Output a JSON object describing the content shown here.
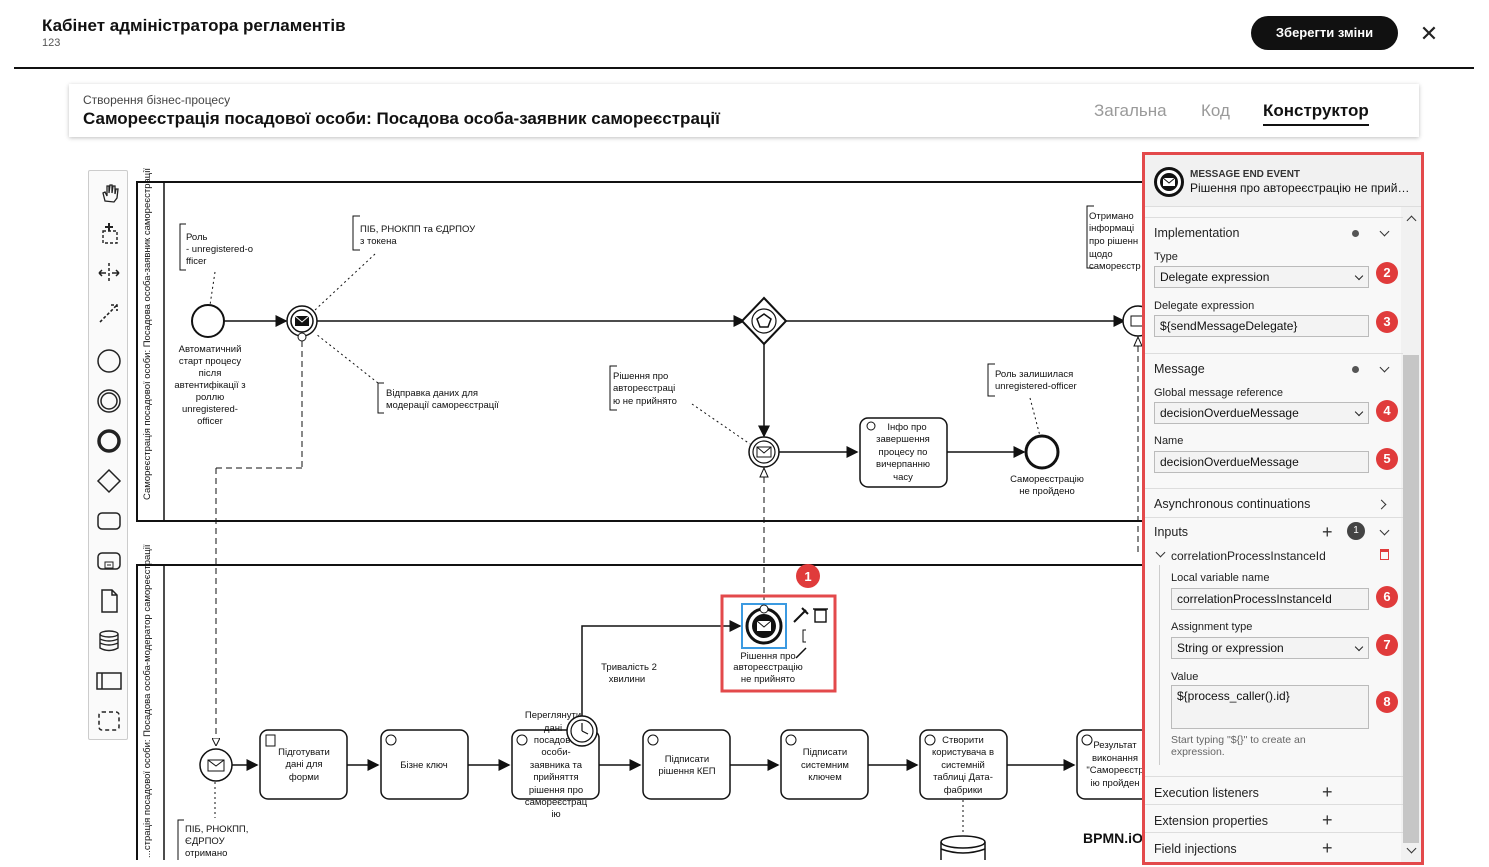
{
  "header": {
    "title": "Кабінет адміністратора регламентів",
    "subtitle": "123",
    "save_label": "Зберегти зміни",
    "close_icon": "close-icon"
  },
  "process": {
    "breadcrumb": "Створення бізнес-процесу",
    "title": "Самореєстрація посадової особи: Посадова особа-заявник самореєстрації",
    "tabs": [
      {
        "label": "Загальна",
        "active": false
      },
      {
        "label": "Код",
        "active": false
      },
      {
        "label": "Конструктор",
        "active": true
      }
    ]
  },
  "palette": [
    "hand-tool-icon",
    "lasso-tool-icon",
    "space-tool-icon",
    "connect-tool-icon",
    "start-event-icon",
    "intermediate-event-icon",
    "end-event-icon",
    "gateway-icon",
    "task-icon",
    "subprocess-icon",
    "data-object-icon",
    "data-store-icon",
    "pool-icon",
    "group-icon"
  ],
  "diagram": {
    "lane1_label": "Самореєстрація посадової особи: Посадова особа-заявник самореєстрації",
    "lane2_label": "...страція посадової особи: Посадова особа-модератор самореєстрації",
    "annotations": {
      "role": [
        "Роль",
        "- unregistered-o",
        "fficer"
      ],
      "pib": [
        "ПІБ, РНОКПП та ЄДРПОУ",
        "з токена"
      ],
      "received": [
        "Отримано",
        "інформаці",
        "про рішенн",
        "щодо",
        "самореєстр"
      ],
      "decision_note": [
        "Рішення про",
        "автореєстраці",
        "ю не прийнято"
      ],
      "role_left": [
        "Роль залишилася",
        "unregistered-officer"
      ],
      "send_moderation": [
        "Відправка даних для",
        "модерації самореєстрації"
      ],
      "pib_received": [
        "ПІБ, РНОКПП,",
        "ЄДРПОУ",
        "отримано"
      ]
    },
    "start_label": [
      "Автоматичний",
      "старт процесу",
      "після",
      "автентифікації з",
      "роллю",
      "unregistered-",
      "officer"
    ],
    "task_info": [
      "Інфо про",
      "завершення",
      "процесу по",
      "вичерпанню",
      "часу"
    ],
    "end_not_passed": [
      "Самореєстрацію",
      "не пройдено"
    ],
    "selected_event_label": [
      "Рішення про",
      "автореєстрацію",
      "не прийнято"
    ],
    "timer_label": [
      "Тривалість 2",
      "хвилини"
    ],
    "tasks_bottom": [
      [
        "Підготувати",
        "дані для",
        "форми"
      ],
      [
        "Бізне ключ"
      ],
      [
        "Переглянути",
        "дані",
        "посадової",
        "особи-",
        "заявника та",
        "прийняття",
        "рішення про",
        "самореєстрац",
        "ію"
      ],
      [
        "Підписати",
        "рішення КЕП"
      ],
      [
        "Підписати",
        "системним",
        "ключем"
      ],
      [
        "Створити",
        "користувача в",
        "системній",
        "таблиці Дата-",
        "фабрики"
      ],
      [
        "Результат",
        "виконання",
        "\"Самореєстр",
        "ію пройден"
      ]
    ],
    "bpmn_logo": "BPMN.iO",
    "callout_number": "1"
  },
  "properties": {
    "element_type": "MESSAGE END EVENT",
    "element_name": "Рішення про автореєстрацію не прийнято",
    "implementation": {
      "title": "Implementation",
      "type_label": "Type",
      "type_value": "Delegate expression",
      "delegate_label": "Delegate expression",
      "delegate_value": "${sendMessageDelegate}"
    },
    "message": {
      "title": "Message",
      "global_ref_label": "Global message reference",
      "global_ref_value": "decisionOverdueMessage",
      "name_label": "Name",
      "name_value": "decisionOverdueMessage"
    },
    "async_title": "Asynchronous continuations",
    "inputs": {
      "title": "Inputs",
      "count": "1",
      "item_name": "correlationProcessInstanceId",
      "local_var_label": "Local variable name",
      "local_var_value": "correlationProcessInstanceId",
      "assignment_label": "Assignment type",
      "assignment_value": "String or expression",
      "value_label": "Value",
      "value_value": "${process_caller().id}",
      "hint": "Start typing \"${}\" to create an expression."
    },
    "execution_listeners": "Execution listeners",
    "extension_properties": "Extension properties",
    "field_injections": "Field injections",
    "badges": [
      "2",
      "3",
      "4",
      "5",
      "6",
      "7",
      "8"
    ]
  }
}
